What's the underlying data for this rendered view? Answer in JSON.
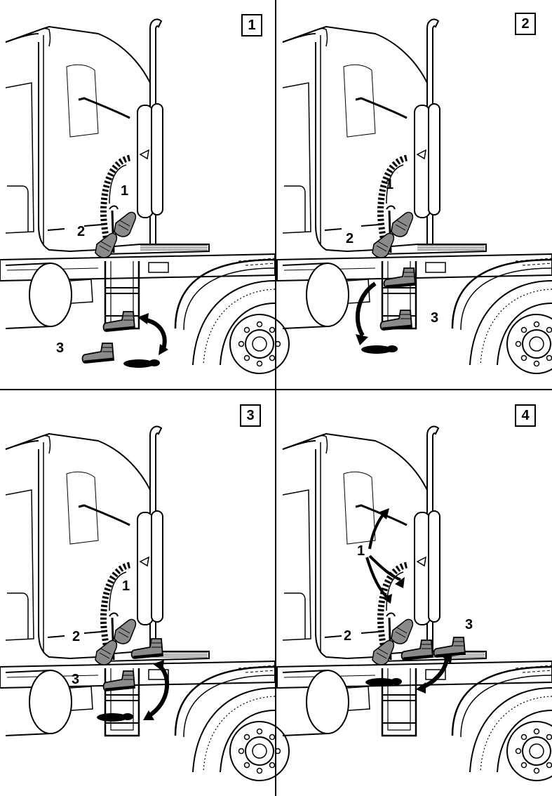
{
  "panels": [
    {
      "number": "1",
      "callouts": [
        {
          "id": "grab-handle",
          "text": "1"
        },
        {
          "id": "hand",
          "text": "2"
        },
        {
          "id": "foot",
          "text": "3"
        }
      ]
    },
    {
      "number": "2",
      "callouts": [
        {
          "id": "grab-handle",
          "text": "1"
        },
        {
          "id": "hand",
          "text": "2"
        },
        {
          "id": "foot",
          "text": "3"
        }
      ]
    },
    {
      "number": "3",
      "callouts": [
        {
          "id": "grab-handle",
          "text": "1"
        },
        {
          "id": "hand",
          "text": "2"
        },
        {
          "id": "foot",
          "text": "3"
        }
      ]
    },
    {
      "number": "4",
      "callouts": [
        {
          "id": "grab-handle",
          "text": "1"
        },
        {
          "id": "hand",
          "text": "2"
        },
        {
          "id": "foot",
          "text": "3"
        }
      ]
    }
  ],
  "colors": {
    "line": "#000000",
    "boot_fill": "#8a8a8a",
    "background": "#ffffff"
  }
}
